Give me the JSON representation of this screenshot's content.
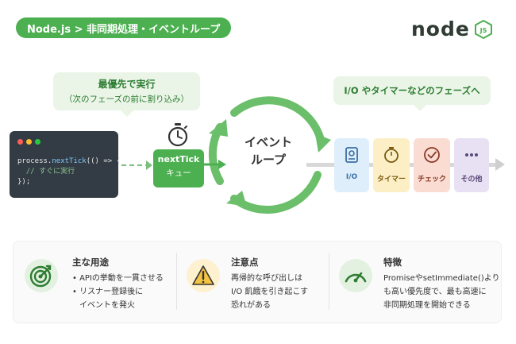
{
  "header": {
    "title": "Node.js > 非同期処理・イベントループ"
  },
  "logo": {
    "text": "node",
    "badge": "JS",
    "color": "#4caf50"
  },
  "bubbles": {
    "left_main": "最優先で実行",
    "left_sub": "（次のフェーズの前に割り込み）",
    "right": "I/O やタイマーなどのフェーズへ"
  },
  "code": {
    "line1_prefix": "process.",
    "line1_method": "nextTick",
    "line1_suffix": "(() => {",
    "line2": "  // すぐに実行",
    "line3": "});"
  },
  "next_tick": {
    "line1": "nextTick",
    "line2": "キュー",
    "icon": "stopwatch-icon"
  },
  "event_loop": {
    "line1": "イベント",
    "line2": "ループ"
  },
  "phases": [
    {
      "label": "I/O",
      "icon": "disk-icon"
    },
    {
      "label": "タイマー",
      "icon": "stopwatch-icon"
    },
    {
      "label": "チェック",
      "icon": "check-circle-icon"
    },
    {
      "label": "その他",
      "icon": "ellipsis-icon"
    }
  ],
  "info": {
    "usage": {
      "title": "主な用途",
      "items": [
        "APIの挙動を一貫させる",
        "リスナー登録後に",
        "イベントを発火"
      ],
      "icon": "target-icon"
    },
    "caution": {
      "title": "注意点",
      "lines": [
        "再帰的な呼び出しは",
        "I/O 飢餓を引き起こす",
        "恐れがある"
      ],
      "icon": "warning-icon"
    },
    "feature": {
      "title": "特徴",
      "lines": [
        "PromiseやsetImmediate()より",
        "も高い優先度で、最も高速に",
        "非同期処理を開始できる"
      ],
      "icon": "gauge-icon"
    }
  },
  "colors": {
    "accent": "#4caf50",
    "dark": "#333c45"
  }
}
